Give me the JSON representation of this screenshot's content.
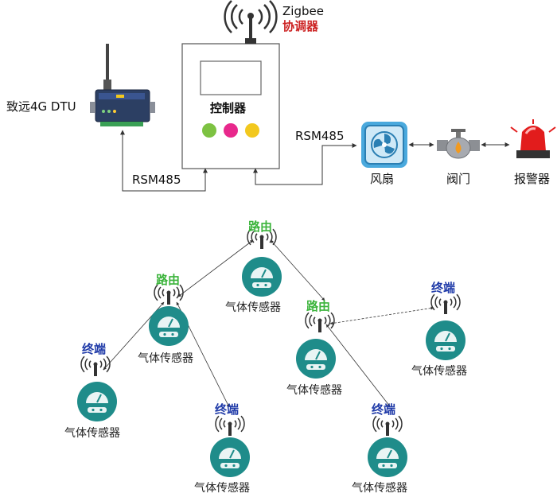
{
  "top": {
    "dtu_label": "致远4G DTU",
    "zigbee_label": "Zigbee",
    "coordinator_label": "协调器",
    "controller_label": "控制器",
    "rsm_left_label": "RSM485",
    "rsm_right_label": "RSM485",
    "fan_label": "风扇",
    "valve_label": "阀门",
    "alarm_label": "报警器",
    "led_colors": [
      "#7dc242",
      "#e8288c",
      "#f2c81e"
    ]
  },
  "network": {
    "router_label": "路由",
    "terminal_label": "终端",
    "sensor_label": "气体传感器"
  },
  "colors": {
    "sensor_teal": "#1f8c8a",
    "router_green": "#3cb43c",
    "terminal_blue": "#1f3aa8",
    "line": "#333333"
  }
}
